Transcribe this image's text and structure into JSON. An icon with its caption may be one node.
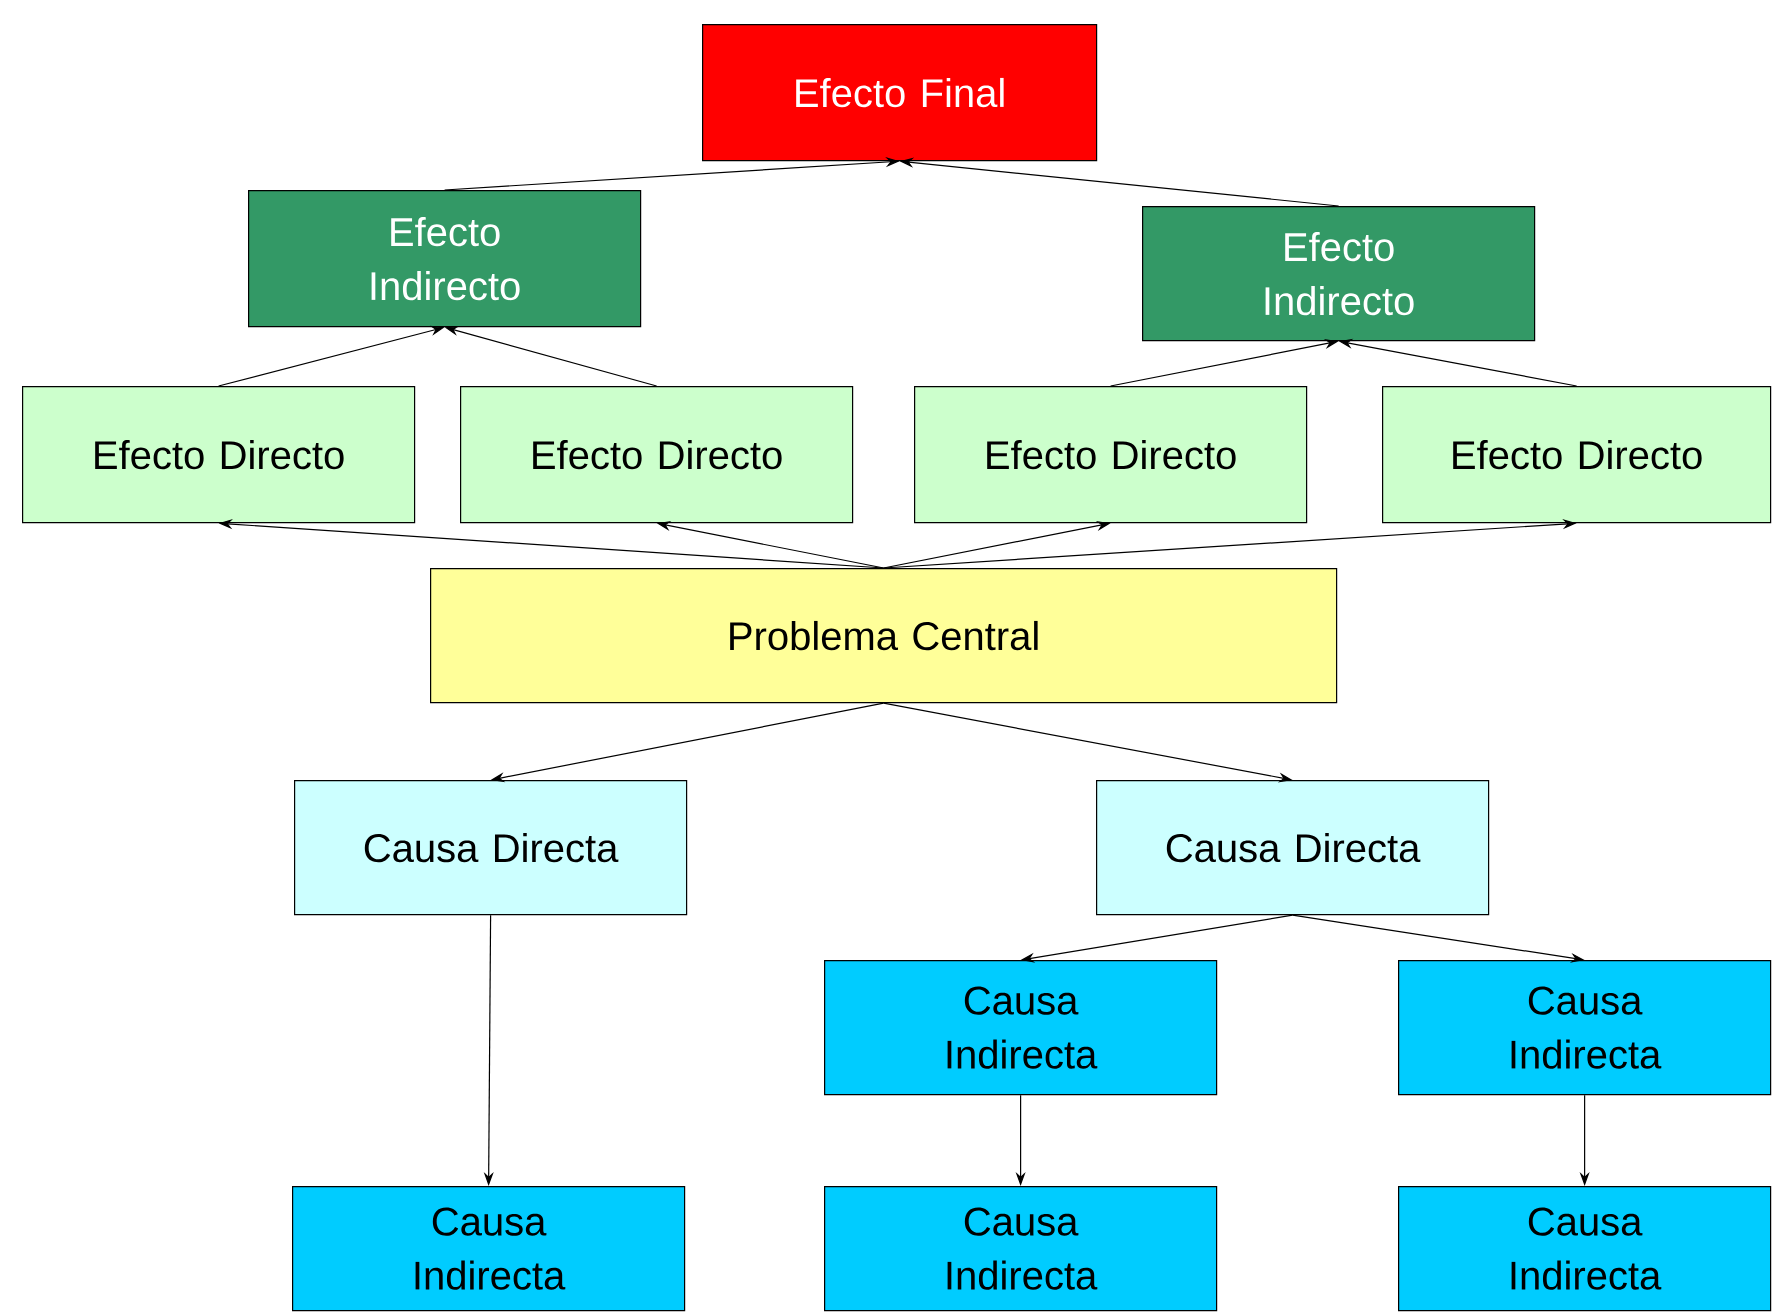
{
  "diagram": {
    "nodes": [
      {
        "text": [
          "Efecto Final"
        ]
      },
      {
        "text": [
          "Efecto Indirecto"
        ]
      },
      {
        "text": [
          "Efecto Indirecto"
        ]
      },
      {
        "text": [
          "Efecto Directo"
        ]
      },
      {
        "text": [
          "Efecto Directo"
        ]
      },
      {
        "text": [
          "Efecto Directo"
        ]
      },
      {
        "text": [
          "Efecto Directo"
        ]
      },
      {
        "text": [
          "Problema Central"
        ]
      },
      {
        "text": [
          "Causa Directa"
        ]
      },
      {
        "text": [
          "Causa Directa"
        ]
      },
      {
        "text": [
          "Causa Indirecta"
        ]
      },
      {
        "text": [
          "Causa Indirecta"
        ]
      },
      {
        "text": [
          "Causa Indirecta"
        ]
      },
      {
        "text": [
          "Causa Indirecta"
        ]
      },
      {
        "text": [
          "Causa Indirecta"
        ]
      }
    ],
    "edges": [
      {
        "from": 1,
        "to": 0,
        "arrow": "to"
      },
      {
        "from": 2,
        "to": 0,
        "arrow": "to"
      },
      {
        "from": 3,
        "to": 1,
        "arrow": "to"
      },
      {
        "from": 4,
        "to": 1,
        "arrow": "to"
      },
      {
        "from": 5,
        "to": 2,
        "arrow": "to"
      },
      {
        "from": 6,
        "to": 2,
        "arrow": "to"
      },
      {
        "from": 7,
        "to": 3,
        "arrow": "to"
      },
      {
        "from": 7,
        "to": 4,
        "arrow": "to"
      },
      {
        "from": 7,
        "to": 5,
        "arrow": "to"
      },
      {
        "from": 7,
        "to": 6,
        "arrow": "to"
      },
      {
        "from": 7,
        "to": 8,
        "arrow": "to"
      },
      {
        "from": 7,
        "to": 9,
        "arrow": "to"
      },
      {
        "from": 8,
        "to": 12,
        "arrow": "to"
      },
      {
        "from": 9,
        "to": 10,
        "arrow": "to"
      },
      {
        "from": 9,
        "to": 11,
        "arrow": "to"
      },
      {
        "from": 10,
        "to": 13,
        "arrow": "to"
      },
      {
        "from": 11,
        "to": 14,
        "arrow": "to"
      }
    ]
  }
}
